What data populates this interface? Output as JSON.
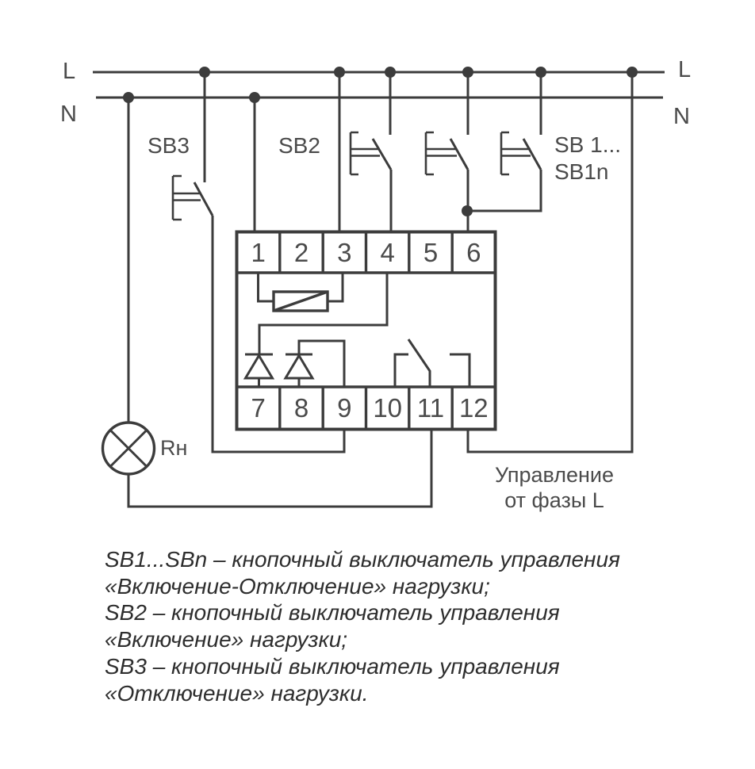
{
  "colors": {
    "line": "#3c3c3c",
    "diagram_label": "#4b4b4b",
    "legend_text": "#2e2e2e",
    "background": "#ffffff"
  },
  "rails": {
    "phase_label_left": "L",
    "phase_label_right": "L",
    "neutral_label_left": "N",
    "neutral_label_right": "N"
  },
  "buttons": {
    "sb3_label": "SB3",
    "sb2_label": "SB2",
    "sb1_label_line1": "SB 1...",
    "sb1_label_line2": "SB1n"
  },
  "device": {
    "top_terminals": [
      "1",
      "2",
      "3",
      "4",
      "5",
      "6"
    ],
    "bottom_terminals": [
      "7",
      "8",
      "9",
      "10",
      "11",
      "12"
    ]
  },
  "load": {
    "label": "Rн"
  },
  "control_note": {
    "line1": "Управление",
    "line2": "от фазы L"
  },
  "legend": {
    "lines": [
      "SB1...SBn – кнопочный выключатель управления",
      "«Включение-Отключение» нагрузки;",
      "SB2 – кнопочный выключатель управления",
      "«Включение» нагрузки;",
      "SB3 – кнопочный выключатель управления",
      "«Отключение» нагрузки."
    ]
  }
}
